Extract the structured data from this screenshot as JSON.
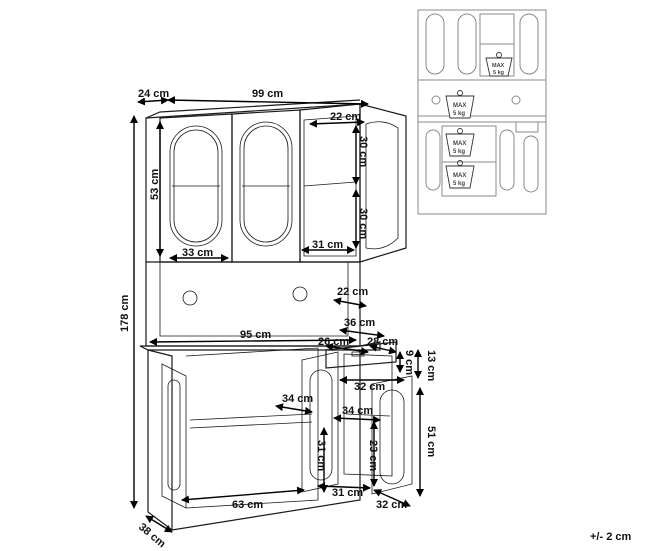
{
  "dimensions": {
    "depth_top": "24 cm",
    "width_top": "99 cm",
    "inner_depth_top": "22 cm",
    "height_upper": "53 cm",
    "shelf_height_a": "30 cm",
    "shelf_height_b": "30 cm",
    "door_width_upper": "33 cm",
    "shelf_width_upper": "31 cm",
    "total_height": "178 cm",
    "niche_depth": "22 cm",
    "counter_depth": "36 cm",
    "counter_width": "95 cm",
    "drawer_depth": "26 cm",
    "drawer_width_b": "28 cm",
    "drawer_height": "9 cm",
    "drawer_front": "13 cm",
    "drawer_width": "32 cm",
    "shelf_depth_lower_left": "34 cm",
    "shelf_depth_lower_right": "34 cm",
    "lower_height_a": "31 cm",
    "lower_height_b": "23 cm",
    "lower_height_c": "51 cm",
    "lower_width_left": "63 cm",
    "lower_width_mid": "31 cm",
    "lower_width_right": "32 cm",
    "base_depth": "38 cm",
    "tolerance": "+/- 2 cm"
  },
  "load_badges": [
    {
      "line1": "MAX",
      "line2": "5 kg"
    },
    {
      "line1": "MAX",
      "line2": "5 kg"
    },
    {
      "line1": "MAX",
      "line2": "5 kg"
    },
    {
      "line1": "MAX",
      "line2": "5 kg"
    }
  ]
}
